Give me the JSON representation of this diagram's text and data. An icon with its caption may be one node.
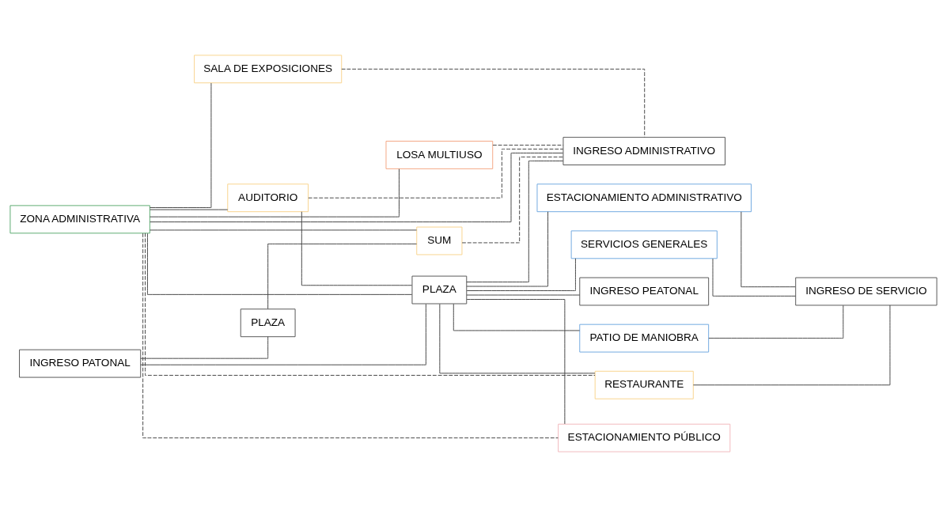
{
  "diagram": {
    "nodes": [
      {
        "text": [
          "LOSA MULTIUSO"
        ]
      },
      {
        "text": [
          "SALA DE EXPOSICIONES"
        ]
      },
      {
        "text": [
          "SERVICIOS GENERALES"
        ]
      },
      {
        "text": [
          "PATIO DE MANIOBRA"
        ]
      },
      {
        "text": [
          "INGRESO DE SERVICIO"
        ]
      },
      {
        "text": [
          "INGRESO PATONAL"
        ]
      },
      {
        "text": [
          "PLAZA"
        ]
      },
      {
        "text": [
          "SUM"
        ]
      },
      {
        "text": [
          "ESTACIONAMIENTO ADMINISTRATIVO"
        ]
      },
      {
        "text": [
          "AUDITORIO"
        ]
      },
      {
        "text": [
          "RESTAURANTE"
        ]
      },
      {
        "text": [
          "PLAZA"
        ]
      },
      {
        "text": [
          "ZONA ADMINISTRATIVA"
        ]
      },
      {
        "text": [
          "ESTACIONAMIENTO PÚBLICO"
        ]
      },
      {
        "text": [
          "INGRESO ADMINISTRATIVO"
        ]
      },
      {
        "text": [
          "INGRESO PEATONAL"
        ]
      }
    ],
    "edges": [
      {
        "from": 5,
        "to": 6,
        "arrow": "none"
      },
      {
        "from": 6,
        "to": 7,
        "arrow": "none"
      },
      {
        "from": 12,
        "to": 0,
        "arrow": "none"
      },
      {
        "from": 12,
        "to": 1,
        "arrow": "none"
      },
      {
        "from": 12,
        "to": 7,
        "arrow": "none"
      },
      {
        "from": 12,
        "to": 9,
        "arrow": "none"
      },
      {
        "from": 5,
        "to": 11,
        "arrow": "none"
      },
      {
        "from": 12,
        "to": 11,
        "arrow": "none"
      },
      {
        "from": 9,
        "to": 11,
        "arrow": "none"
      },
      {
        "from": 11,
        "to": 14,
        "arrow": "none"
      },
      {
        "from": 12,
        "to": 14,
        "arrow": "none"
      },
      {
        "from": 11,
        "to": 13,
        "arrow": "none"
      },
      {
        "from": 11,
        "to": 15,
        "arrow": "none"
      },
      {
        "from": 11,
        "to": 2,
        "arrow": "none"
      },
      {
        "from": 11,
        "to": 3,
        "arrow": "none"
      },
      {
        "from": 11,
        "to": 8,
        "arrow": "none"
      },
      {
        "from": 11,
        "to": 10,
        "arrow": "none"
      },
      {
        "from": 2,
        "to": 4,
        "arrow": "none"
      },
      {
        "from": 3,
        "to": 4,
        "arrow": "none"
      },
      {
        "from": 8,
        "to": 4,
        "arrow": "none"
      },
      {
        "from": 10,
        "to": 4,
        "arrow": "none"
      },
      {
        "from": 0,
        "to": 14,
        "arrow": "none",
        "style": "dashed"
      },
      {
        "from": 1,
        "to": 14,
        "arrow": "none",
        "style": "dashed"
      },
      {
        "from": 7,
        "to": 14,
        "arrow": "none",
        "style": "dashed"
      },
      {
        "from": 9,
        "to": 14,
        "arrow": "none",
        "style": "dashed"
      },
      {
        "from": 12,
        "to": 13,
        "arrow": "none",
        "style": "dashed"
      },
      {
        "from": 12,
        "to": 10,
        "arrow": "none",
        "style": "dashed"
      }
    ]
  }
}
